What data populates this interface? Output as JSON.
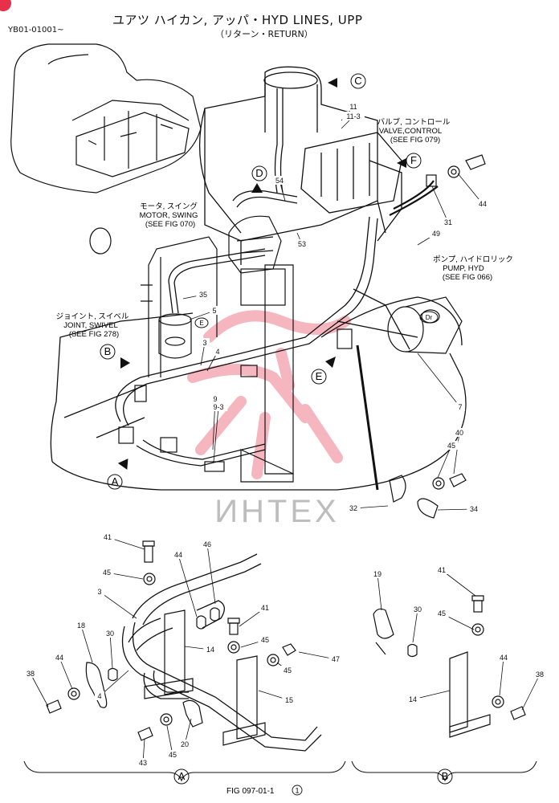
{
  "header": {
    "code": "YB01-01001~",
    "title": "ユアツ ハイカン, アッパ・HYD LINES, UPP",
    "subtitle": "（リターン・RETURN）"
  },
  "callouts": {
    "motor_swing": [
      "モータ, スイング",
      "MOTOR, SWING",
      "(SEE FIG 070)"
    ],
    "joint_swivel": [
      "ジョイント, スイベル",
      "JOINT, SWIVEL",
      "(SEE FIG 278)"
    ],
    "valve_control": [
      "バルブ, コントロール",
      "VALVE,CONTROL",
      "(SEE FIG 079)"
    ],
    "pump_hyd": [
      "ポンプ, ハイドロリック",
      "PUMP, HYD",
      "(SEE FIG 066)"
    ]
  },
  "view_letters": [
    "A",
    "B",
    "C",
    "D",
    "E",
    "F"
  ],
  "part_numbers": {
    "main": [
      "11",
      "11-3",
      "54",
      "53",
      "44",
      "31",
      "49",
      "35",
      "5",
      "3",
      "4",
      "9",
      "9-3",
      "7",
      "45",
      "40",
      "32",
      "34"
    ],
    "detail_a": [
      "41",
      "46",
      "44",
      "45",
      "3",
      "18",
      "30",
      "41",
      "45",
      "14",
      "45",
      "47",
      "38",
      "44",
      "4",
      "15",
      "43",
      "45",
      "20"
    ],
    "detail_b": [
      "19",
      "41",
      "30",
      "45",
      "44",
      "14",
      "38"
    ]
  },
  "detail_labels": [
    "A",
    "B"
  ],
  "markers": {
    "dr": "Dr",
    "e": "E"
  },
  "watermark": "ИНТЕХ",
  "footer": {
    "fig": "FIG 097-01-1",
    "sheet": "1"
  },
  "colors": {
    "line": "#111111",
    "watermark": "#e8304a",
    "watermark_text": "#bdbdbd",
    "badge": "#e8304a"
  }
}
